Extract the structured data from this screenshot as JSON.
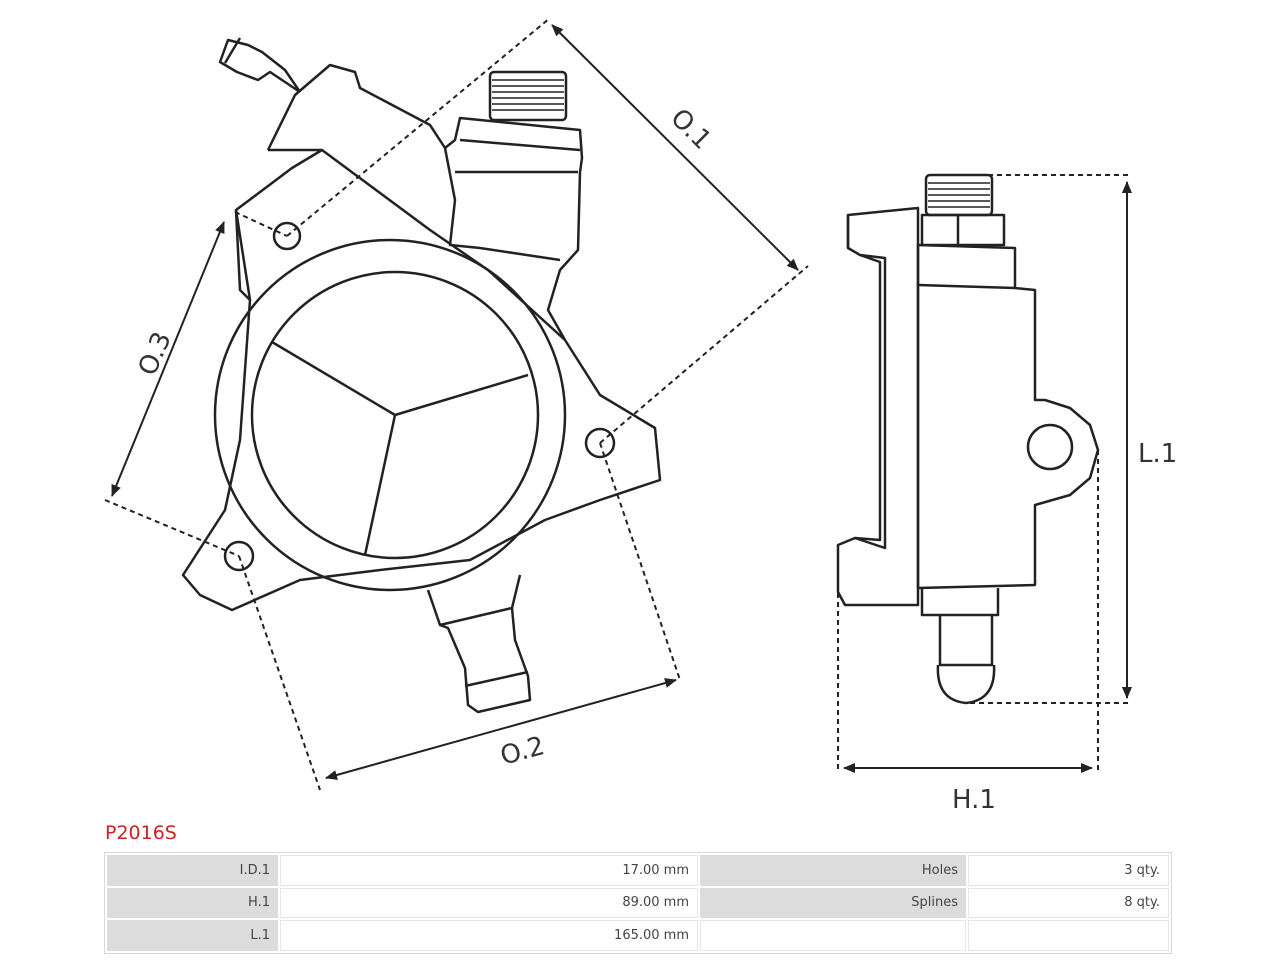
{
  "dimension_labels": {
    "o1": "O.1",
    "o2": "O.2",
    "o3": "O.3",
    "l1": "L.1",
    "h1": "H.1"
  },
  "part_code": "P2016S",
  "specs": {
    "row1": {
      "label_left": "I.D.1",
      "value_left": "17.00 mm",
      "label_right": "Holes",
      "value_right": "3 qty."
    },
    "row2": {
      "label_left": "H.1",
      "value_left": "89.00 mm",
      "label_right": "Splines",
      "value_right": "8 qty."
    },
    "row3": {
      "label_left": "L.1",
      "value_left": "165.00 mm",
      "label_right": "",
      "value_right": ""
    }
  },
  "colors": {
    "part_code": "#cc2222",
    "line": "#222222",
    "label_bg": "#dcdcdc"
  }
}
